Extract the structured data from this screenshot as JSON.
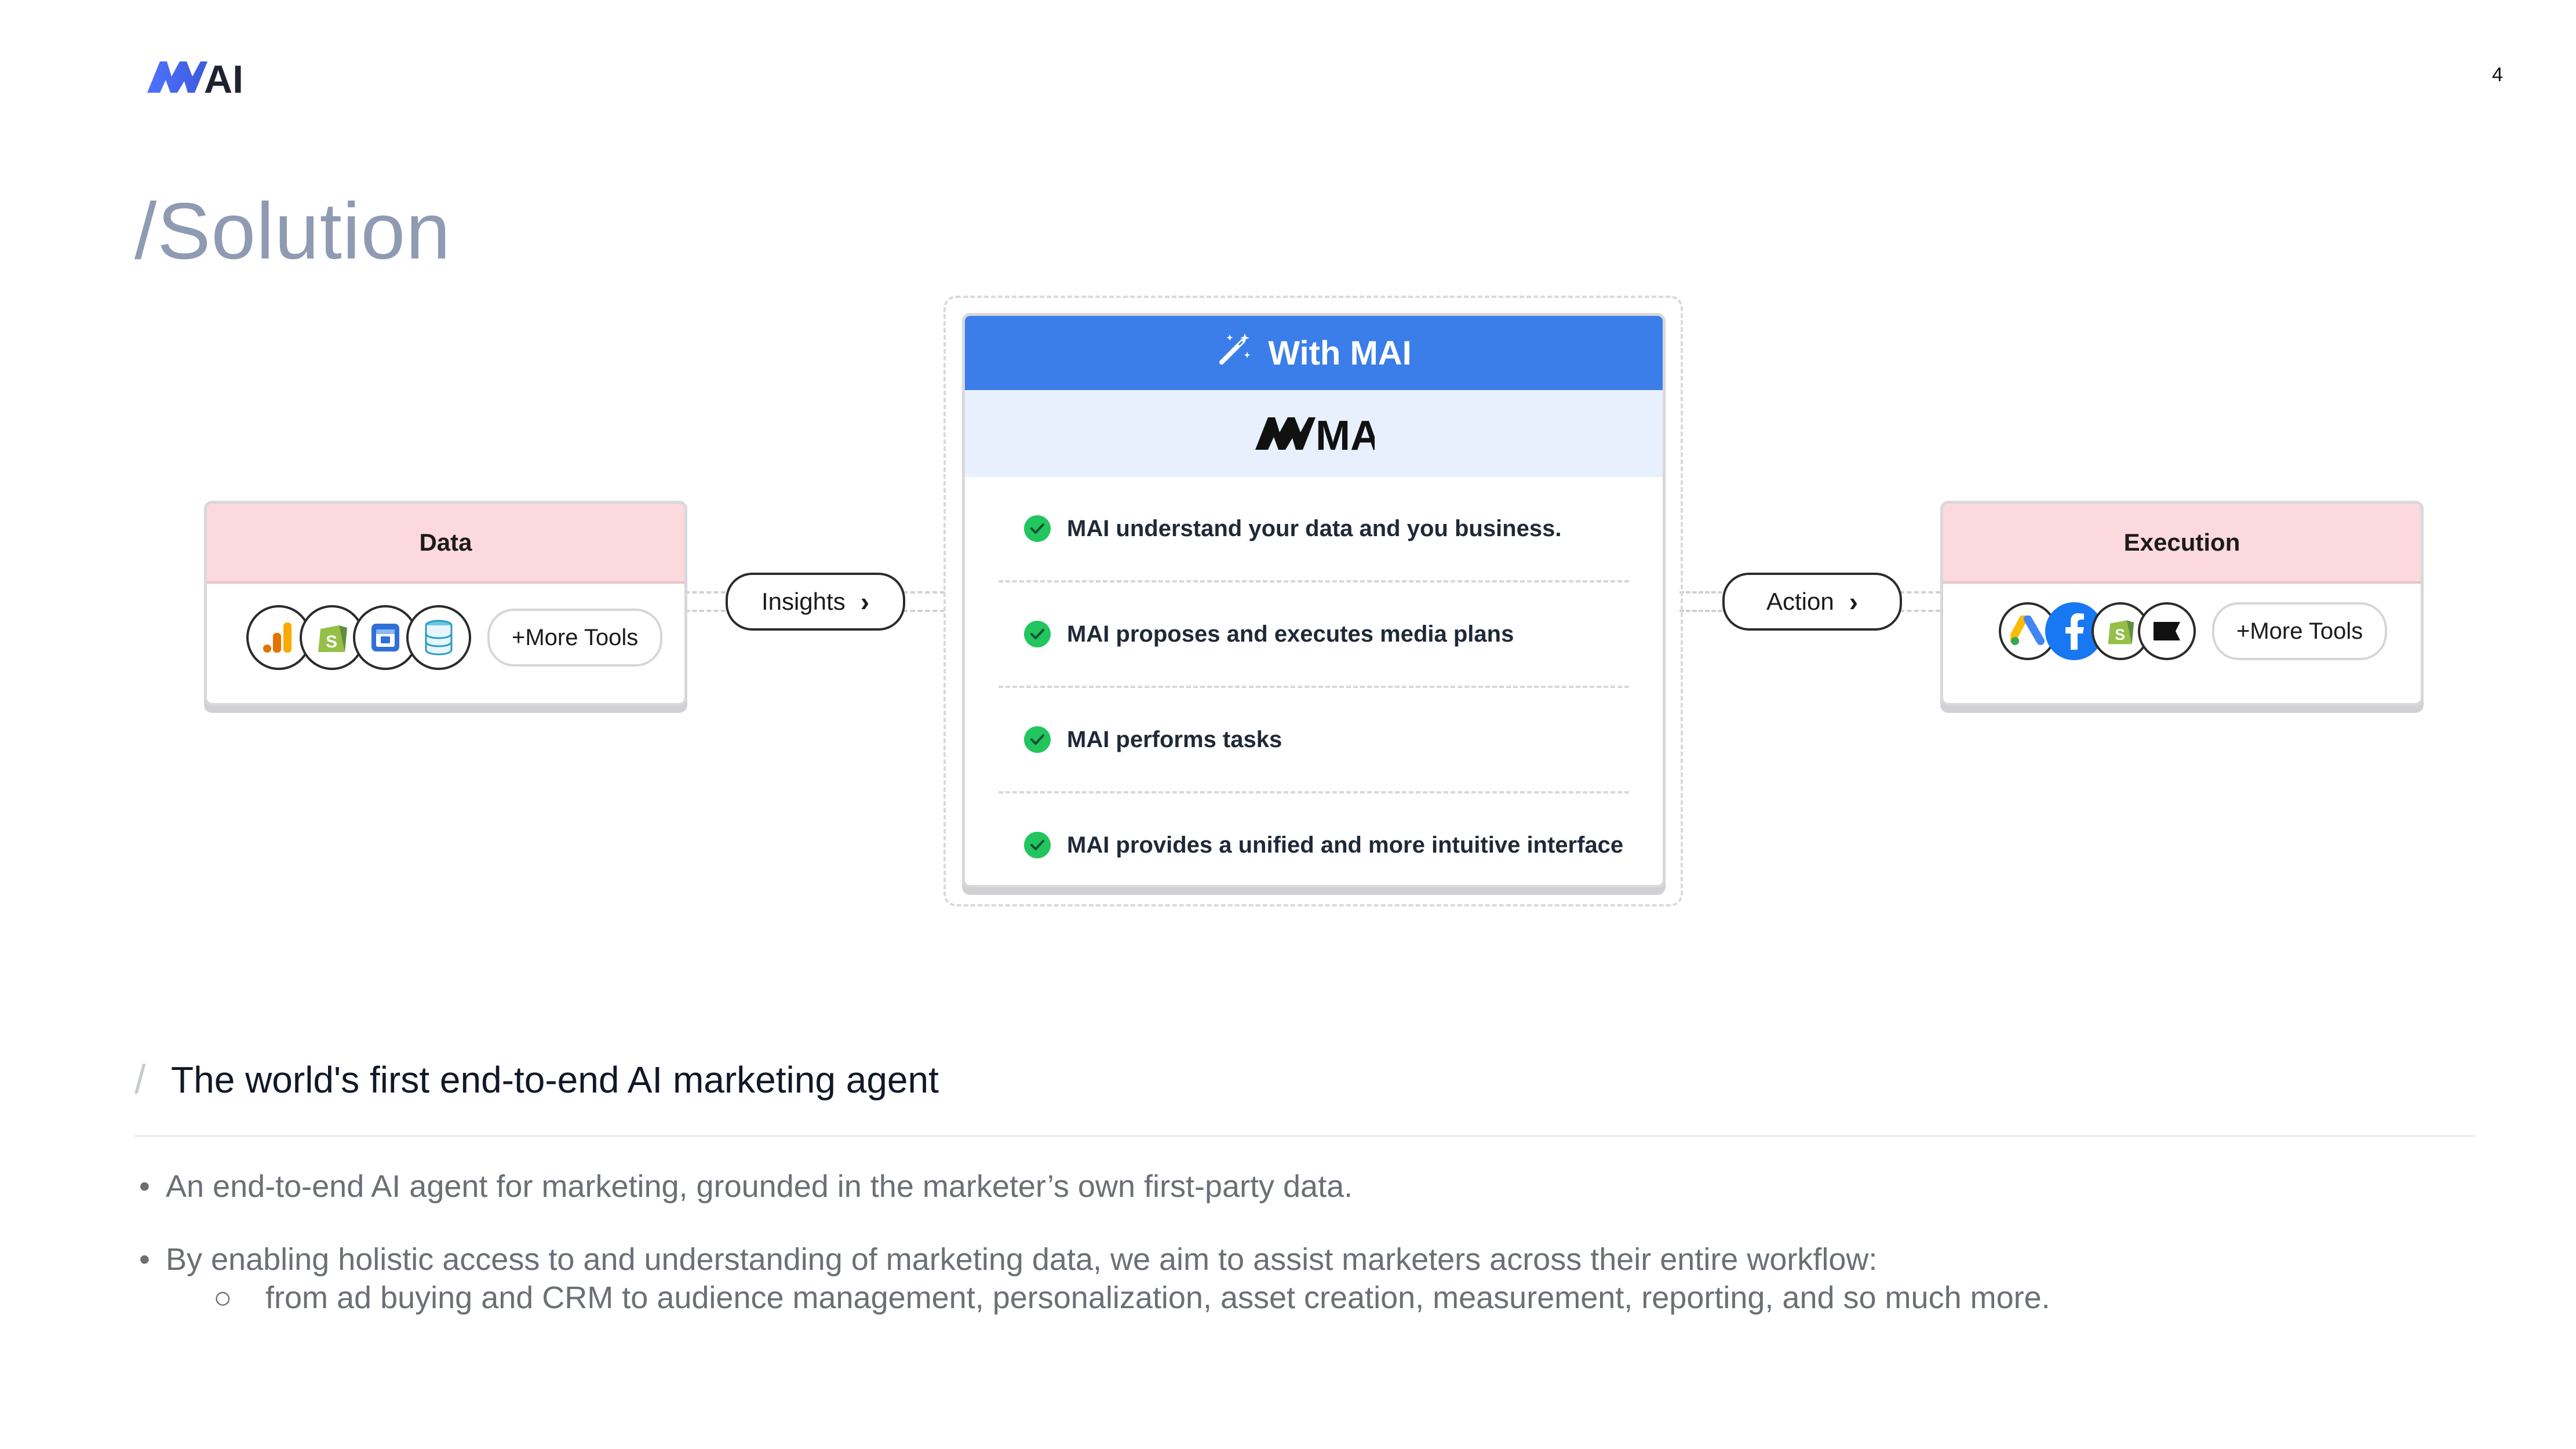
{
  "page": {
    "number": "4"
  },
  "brand": {
    "name": "MAI"
  },
  "title": "/Solution",
  "diagram": {
    "data_card": {
      "title": "Data",
      "tools": [
        "analytics-icon",
        "shopify-icon",
        "calendar-app-icon",
        "database-icon"
      ],
      "more_tools": "+More Tools"
    },
    "insights_label": "Insights",
    "center": {
      "header": "With MAI",
      "brand": "MAI",
      "features": [
        "MAI understand your data and you business.",
        "MAI proposes and executes media plans",
        "MAI performs tasks",
        "MAI provides a unified and more intuitive interface"
      ]
    },
    "action_label": "Action",
    "execution_card": {
      "title": "Execution",
      "tools": [
        "google-ads-icon",
        "facebook-icon",
        "shopify-icon",
        "klaviyo-icon"
      ],
      "more_tools": "+More Tools"
    }
  },
  "subheading": "The world's first end-to-end AI marketing agent",
  "bullets": [
    "An end-to-end AI agent for marketing, grounded in the marketer’s own first-party data.",
    "By enabling holistic access to and understanding of marketing data, we aim to assist marketers across their entire workflow:"
  ],
  "sub_bullets": [
    "from ad buying and CRM to audience management, personalization, asset creation, measurement, reporting, and so much more."
  ],
  "colors": {
    "accent_blue": "#3b7de9",
    "card_header_pink": "#fcd9dc",
    "check_green": "#22c55e",
    "title_gray": "#8f9bb3"
  }
}
